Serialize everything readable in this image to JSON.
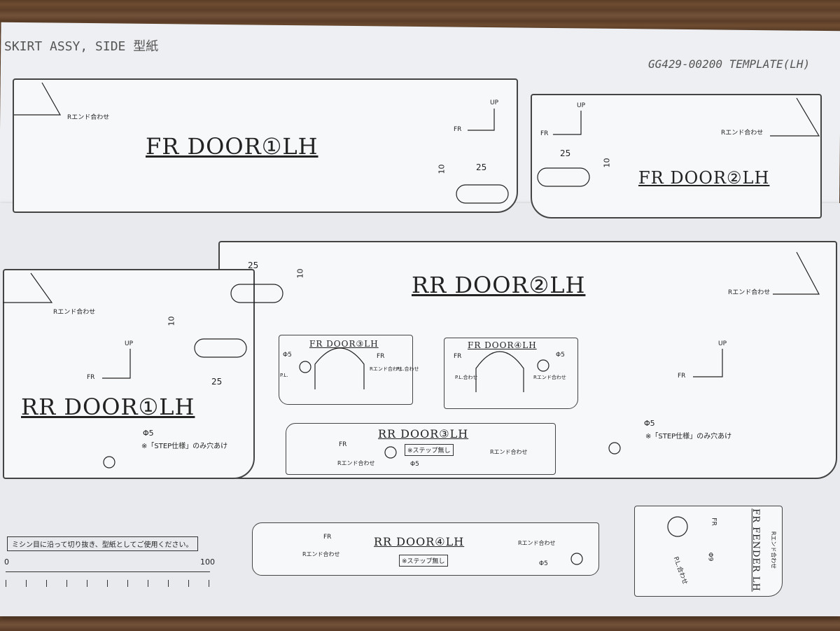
{
  "header": {
    "left_title": "SKIRT ASSY, SIDE 型紙",
    "right_title": "GG429-00200 TEMPLATE(LH)"
  },
  "templates": {
    "fr_door_1": {
      "title": "FR DOOR①LH",
      "rend": "Rエンド合わせ",
      "up": "UP",
      "fr": "FR",
      "dim_w": "25",
      "dim_h": "10"
    },
    "fr_door_2": {
      "title": "FR DOOR②LH",
      "rend": "Rエンド合わせ",
      "up": "UP",
      "fr": "FR",
      "dim_w": "25",
      "dim_h": "10"
    },
    "rr_door_2": {
      "title": "RR DOOR②LH",
      "rend": "Rエンド合わせ",
      "up": "UP",
      "fr": "FR",
      "dim_w": "25",
      "dim_h": "10",
      "hole": "Φ5",
      "note": "※「STEP仕様」のみ穴あけ"
    },
    "rr_door_1": {
      "title": "RR DOOR①LH",
      "rend": "Rエンド合わせ",
      "up": "UP",
      "fr": "FR",
      "dim_w": "25",
      "dim_h": "10",
      "hole": "Φ5",
      "note": "※「STEP仕様」のみ穴あけ"
    },
    "fr_door_3": {
      "title": "FR DOOR③LH",
      "hole": "Φ5",
      "fr": "FR",
      "rend": "Rエンド合わせ",
      "pl": "P.L.合わせ",
      "pl2": "P.L."
    },
    "fr_door_4": {
      "title": "FR DOOR④LH",
      "hole": "Φ5",
      "fr": "FR",
      "rend": "Rエンド合わせ",
      "pl": "P.L.合わせ"
    },
    "rr_door_3": {
      "title": "RR DOOR③LH",
      "fr": "FR",
      "rend": "Rエンド合わせ",
      "rend2": "Rエンド合わせ",
      "no_step": "※ステップ無し",
      "hole": "Φ5"
    },
    "rr_door_4": {
      "title": "RR DOOR④LH",
      "fr": "FR",
      "rend": "Rエンド合わせ",
      "rend2": "Rエンド合わせ",
      "no_step": "※ステップ無し",
      "hole": "Φ5"
    },
    "fr_fender": {
      "title": "FR FENDER LH",
      "fr": "FR",
      "hole": "Φ9",
      "pl": "P.L.合わせ",
      "rend": "Rエンド合わせ"
    }
  },
  "footer": {
    "instruction": "ミシン目に沿って切り抜き、型紙としてご使用ください。",
    "ruler_start": "0",
    "ruler_end": "100"
  }
}
